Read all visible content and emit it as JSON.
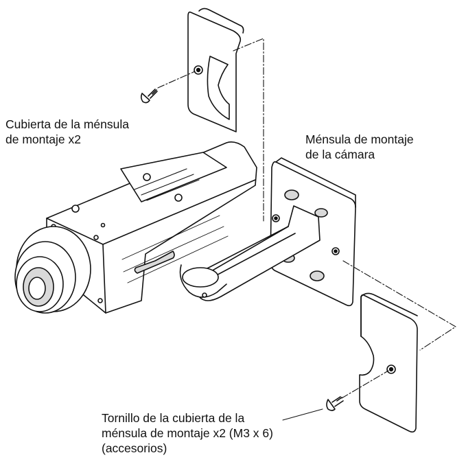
{
  "labels": {
    "cover": [
      "Cubierta de la ménsula",
      "de montaje x2"
    ],
    "bracket": [
      "Ménsula de montaje",
      "de la cámara"
    ],
    "screw": [
      "Tornillo de la cubierta de la",
      "ménsula de montaje x2 (M3 x 6)",
      "(accesorios)"
    ]
  },
  "colors": {
    "line": "#111111",
    "fill": "#ffffff",
    "shade": "#d9d9d9"
  }
}
